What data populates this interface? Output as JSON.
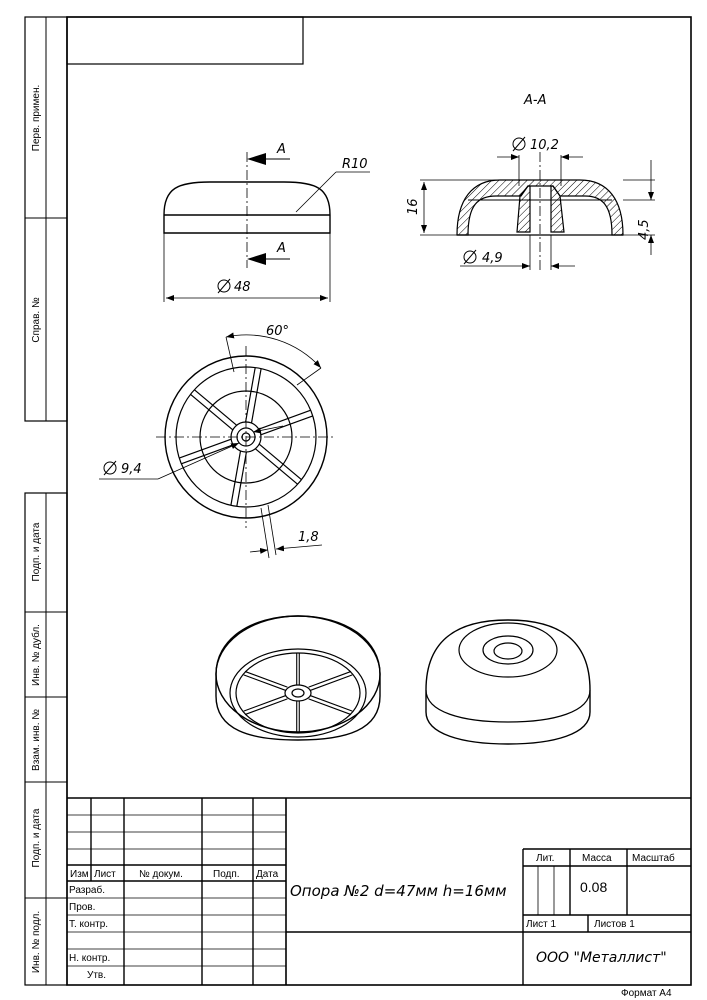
{
  "sidebar": {
    "perv_primen": "Перв. примен.",
    "sprav_no": "Справ. №",
    "podp_data_1": "Подп. и дата",
    "inv_dubl": "Инв. № дубл.",
    "vzam_inv": "Взам. инв. №",
    "podp_data_2": "Подп. и дата",
    "inv_podl": "Инв. № подл."
  },
  "drawing": {
    "section_title": "А-А",
    "cut_a_top": "А",
    "cut_a_bottom": "А",
    "radius": "R10",
    "dia_48": "48",
    "dia_10_2": "10,2",
    "dia_4_9": "4,9",
    "height_16": "16",
    "height_4_5": "4,5",
    "angle_60": "60°",
    "dia_9_4": "9,4",
    "rib_1_8": "1,8"
  },
  "title_block": {
    "h_izm": "Изм",
    "h_list": "Лист",
    "h_docum": "№ докум.",
    "h_podp": "Подп.",
    "h_data": "Дата",
    "r_razrab": "Разраб.",
    "r_prov": "Пров.",
    "r_tkontr": "Т. контр.",
    "r_nkontr": "Н. контр.",
    "r_utv": "Утв.",
    "part_name": "Опора №2 d=47мм h=16мм",
    "h_lit": "Лит.",
    "h_massa": "Масса",
    "h_masshtab": "Масштаб",
    "mass_value": "0.08",
    "sheet": "Лист 1",
    "sheets": "Листов 1",
    "organization": "ООО \"Металлист\"",
    "format": "Формат А4"
  }
}
